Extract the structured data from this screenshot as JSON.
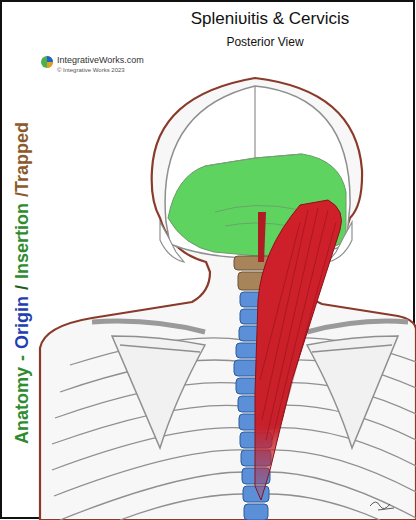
{
  "diagram": {
    "title": "Spleniυitis & Cervicis",
    "labels": [
      "Posterior View",
      "IntegrativeWorks.com",
      "© Integrative Works 2023",
      "Anatomy",
      "-",
      "Origin",
      "/",
      "Insertion",
      "/Trapped"
    ]
  }
}
